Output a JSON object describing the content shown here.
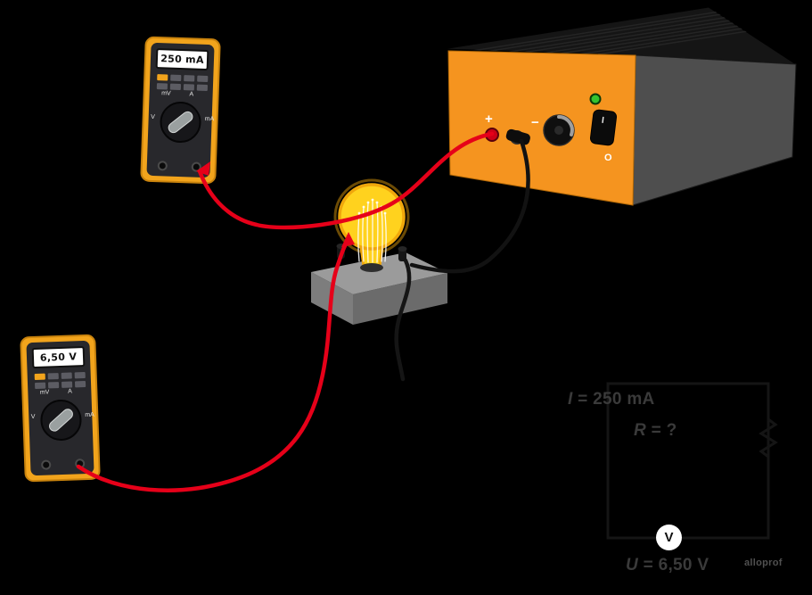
{
  "ammeter": {
    "display_value": "250 mA"
  },
  "voltmeter": {
    "display_value": "6,50 V"
  },
  "multimeter_dial_labels": {
    "mv": "mV",
    "a": "A",
    "v": "V",
    "ma": "mA"
  },
  "power_supply": {
    "plus": "+",
    "minus": "−",
    "switch_on": "I",
    "switch_off": "O"
  },
  "annotations": {
    "current_var": "I",
    "current_rest": " = 250 mA",
    "resistance_var": "R",
    "resistance_rest": " = ?",
    "meter_symbol": "V",
    "voltage_var": "U",
    "voltage_rest": " = 6,50 V",
    "watermark": "alloprof"
  },
  "colors": {
    "background": "#000000",
    "meter_body": "#F2A41C",
    "meter_face": "#28282C",
    "supply_front": "#F5941F",
    "supply_side": "#4E4E4E",
    "supply_top": "#151515",
    "wire_red": "#E60019",
    "bulb_yellow": "#FFD21E",
    "socket_gray": "#9B9B9B",
    "led_green": "#35C32F",
    "annotation_text": "#3A3A3A"
  }
}
